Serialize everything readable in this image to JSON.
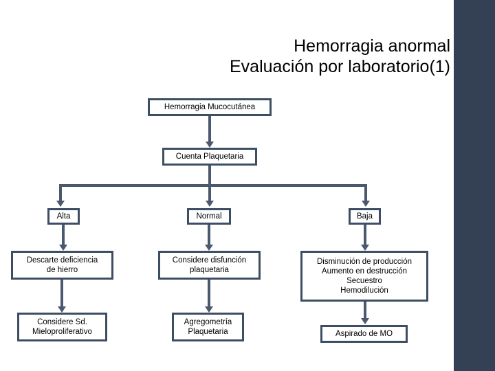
{
  "slide": {
    "title_lines": [
      "Hemorragia anormal",
      "Evaluación por laboratorio(1)"
    ],
    "accent_color": "#344155",
    "box_border_color": "#3d4d63",
    "connector_color": "#4a596e",
    "background_color": "#ffffff"
  },
  "flowchart": {
    "type": "flowchart",
    "root": {
      "label": "Hemorragia Mucocutánea"
    },
    "level2": {
      "label": "Cuenta Plaquetaria"
    },
    "branches": [
      {
        "decision": "Alta",
        "steps": [
          {
            "lines": [
              "Descarte deficiencia",
              "de hierro"
            ]
          },
          {
            "lines": [
              "Considere Sd.",
              "Mieloproliferativo"
            ]
          }
        ]
      },
      {
        "decision": "Normal",
        "steps": [
          {
            "lines": [
              "Considere disfunción",
              "plaquetaria"
            ]
          },
          {
            "lines": [
              "Agregometría",
              "Plaquetaria"
            ]
          }
        ]
      },
      {
        "decision": "Baja",
        "steps": [
          {
            "lines": [
              "Disminución de producción",
              "Aumento en destrucción",
              "Secuestro",
              "Hemodilución"
            ]
          },
          {
            "lines": [
              "Aspirado de MO"
            ]
          }
        ]
      }
    ]
  }
}
